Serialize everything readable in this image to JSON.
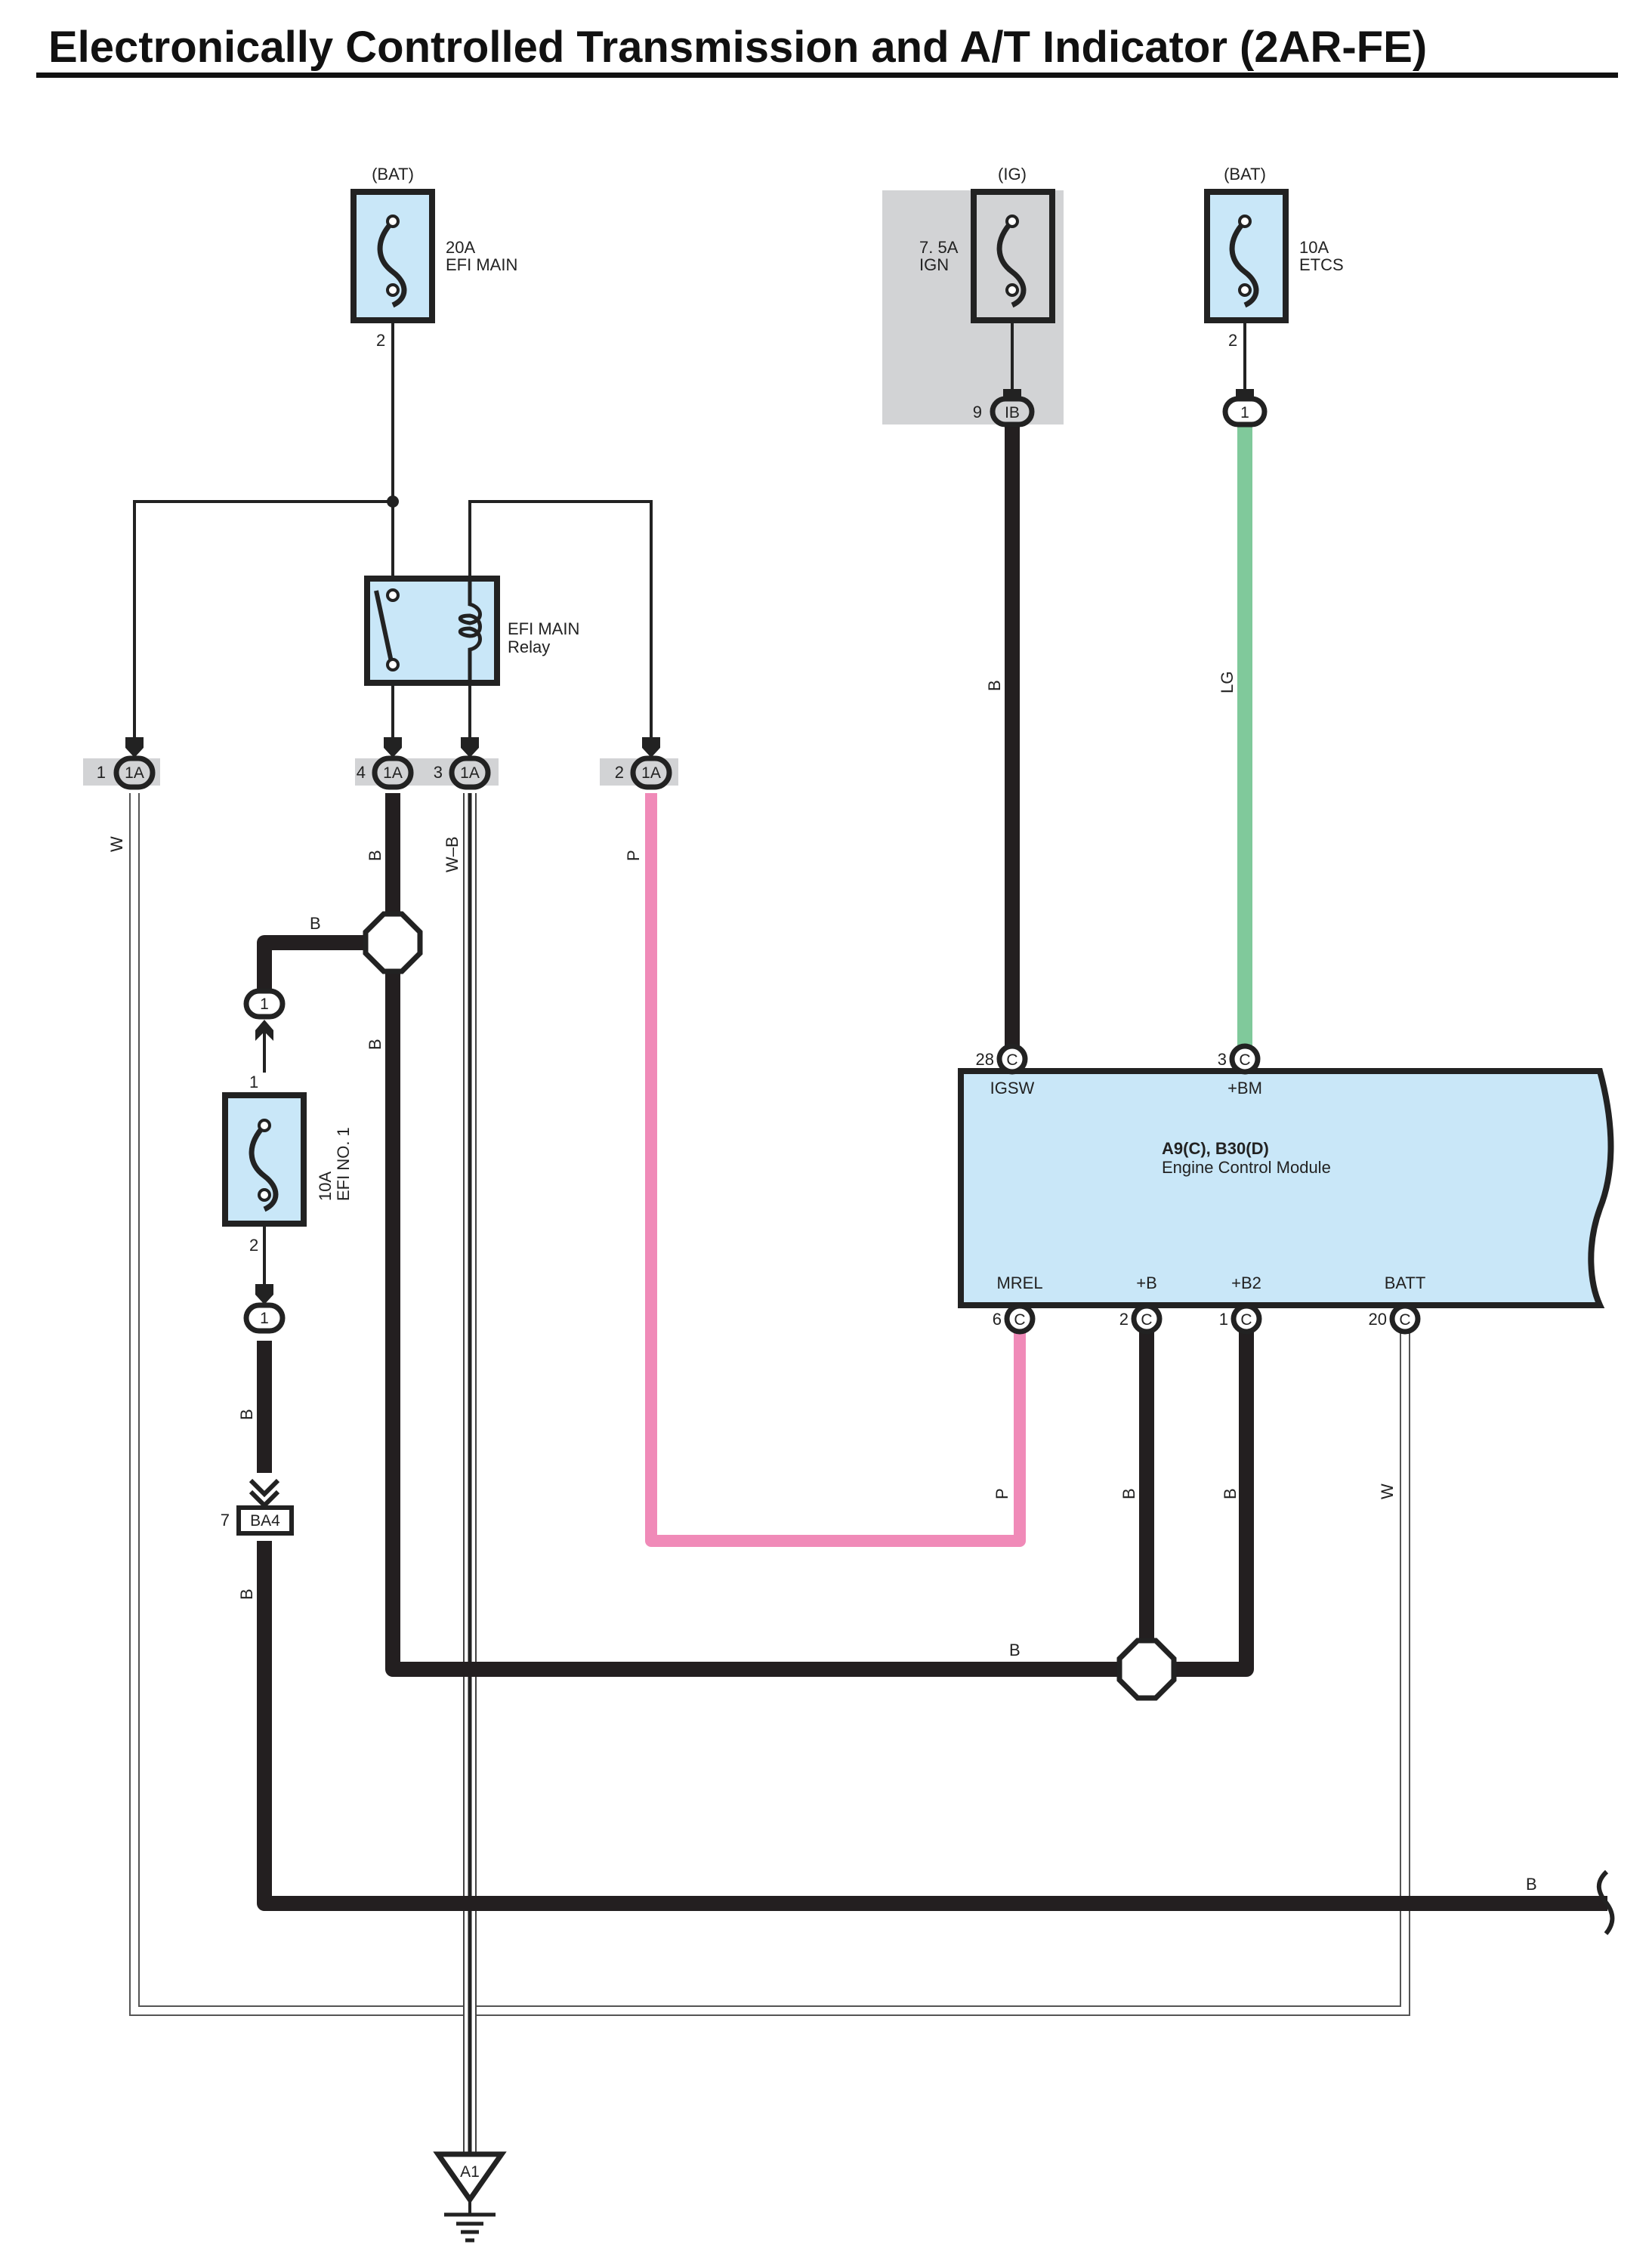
{
  "title": "Electronically Controlled Transmission and A/T Indicator (2AR-FE)",
  "colors": {
    "component_fill": "#c9e7f8",
    "shaded_area": "#d2d3d5",
    "wire_black": "#231f20",
    "wire_pink": "#f08ab8",
    "wire_light_green": "#80c99b",
    "wire_white": "#ffffff"
  },
  "fuses": {
    "efi_main": {
      "source": "(BAT)",
      "rating": "20A",
      "name": "EFI MAIN",
      "pin": "2"
    },
    "ign": {
      "source": "(IG)",
      "rating": "7. 5A",
      "name": "IGN"
    },
    "etcs": {
      "source": "(BAT)",
      "rating": "10A",
      "name": "ETCS",
      "pin": "2"
    },
    "efi_no1": {
      "rating": "10A",
      "name": "EFI NO. 1",
      "pin_top": "1",
      "pin_bottom": "2"
    }
  },
  "relay": {
    "line1": "EFI MAIN",
    "line2": "Relay"
  },
  "connectors": {
    "ib": {
      "pin": "9",
      "code": "IB"
    },
    "etcs_out": {
      "code": "1"
    },
    "j1a_1": {
      "pin": "1",
      "code": "1A"
    },
    "j1a_4": {
      "pin": "4",
      "code": "1A"
    },
    "j1a_3": {
      "pin": "3",
      "code": "1A"
    },
    "j1a_2": {
      "pin": "2",
      "code": "1A"
    },
    "efi1_top": {
      "code": "1"
    },
    "efi1_bottom": {
      "code": "1"
    },
    "ba4": {
      "pin": "7",
      "code": "BA4"
    },
    "ground": {
      "code": "A1"
    }
  },
  "ecm": {
    "ref": "A9(C), B30(D)",
    "name": "Engine Control Module",
    "terminals_top": [
      {
        "pin": "28",
        "code": "C",
        "signal": "IGSW"
      },
      {
        "pin": "3",
        "code": "C",
        "signal": "+BM"
      }
    ],
    "terminals_bottom": [
      {
        "pin": "6",
        "code": "C",
        "signal": "MREL"
      },
      {
        "pin": "2",
        "code": "C",
        "signal": "+B"
      },
      {
        "pin": "1",
        "code": "C",
        "signal": "+B2"
      },
      {
        "pin": "20",
        "code": "C",
        "signal": "BATT"
      }
    ]
  },
  "wire_labels": {
    "w_1a1": "W",
    "b_1a4": "B",
    "wb_1a3": "W–B",
    "p_1a2": "P",
    "b_branch": "B",
    "b_trunk": "B",
    "b_ib": "B",
    "lg_etcs": "LG",
    "b_efi1": "B",
    "b_ba4": "B",
    "p_mrel": "P",
    "b_plusb": "B",
    "b_plusb2": "B",
    "w_batt": "W",
    "b_bus": "B",
    "b_bottom": "B"
  }
}
